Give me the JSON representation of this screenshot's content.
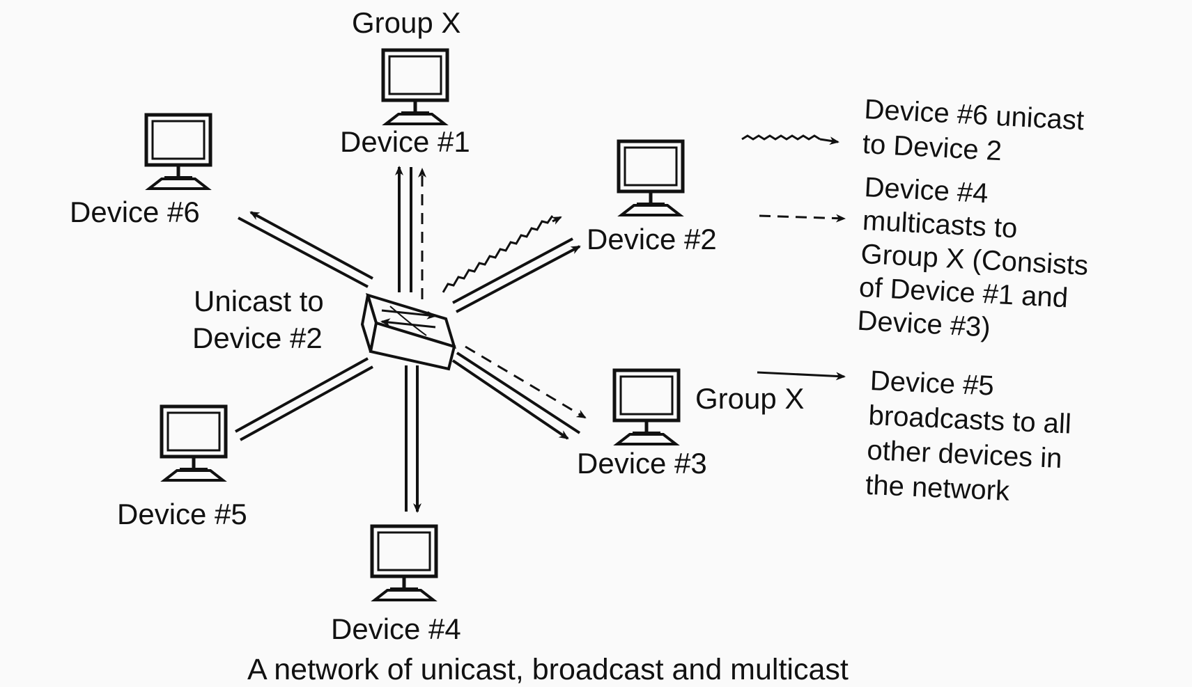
{
  "devices": {
    "d1": {
      "label": "Device #1"
    },
    "d2": {
      "label": "Device #2"
    },
    "d3": {
      "label": "Device #3"
    },
    "d4": {
      "label": "Device #4"
    },
    "d5": {
      "label": "Device #5"
    },
    "d6": {
      "label": "Device #6"
    }
  },
  "group_top": "Group X",
  "group_right": "Group X",
  "switch_note": {
    "line1": "Unicast to",
    "line2": "Device #2"
  },
  "legend": {
    "unicast": {
      "line1": "Device #6 unicast",
      "line2": "to Device  2"
    },
    "multicast": {
      "line1": "Device #4",
      "line2": "multicasts to",
      "line3": "Group X (Consists",
      "line4": "of Device #1 and",
      "line5": "Device #3)"
    },
    "broadcast": {
      "line1": "Device #5",
      "line2": "broadcasts to all",
      "line3": "other devices in",
      "line4": "the network"
    }
  },
  "caption": "A network of unicast, broadcast and multicast",
  "icons": {
    "device": "desktop-computer-icon",
    "switch": "network-switch-icon"
  }
}
